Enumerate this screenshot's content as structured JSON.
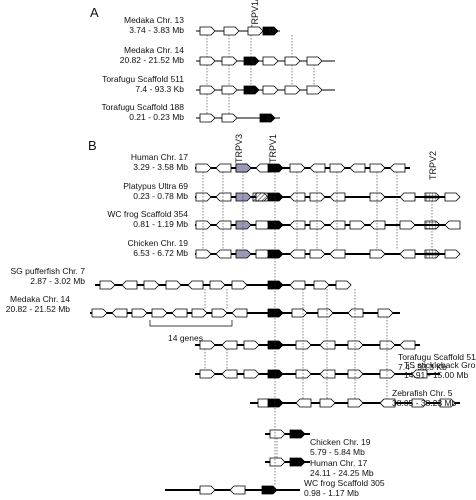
{
  "figure": {
    "panel_a": "A",
    "panel_b": "B",
    "trpv12": "TRPV1/2",
    "trpv3": "TRPV3",
    "trpv1": "TRPV1",
    "trpv2": "TRPV2",
    "gene_a": "a",
    "gene_b": "b",
    "note_14_genes": "14 genes"
  },
  "panel_a_tracks": [
    {
      "name": "Medaka Chr. 13",
      "range": "3.74 - 3.83 Mb",
      "highlight": "b"
    },
    {
      "name": "Medaka Chr. 14",
      "range": "20.82 - 21.52 Mb",
      "highlight": "a"
    },
    {
      "name": "Torafugu Scaffold 511",
      "range": "7.4 - 93.3 Kb",
      "highlight": "a"
    },
    {
      "name": "Torafugu Scaffold 188",
      "range": "0.21 - 0.23 Mb",
      "highlight": "b"
    }
  ],
  "panel_b_tracks": [
    {
      "name": "Human Chr. 17",
      "range": "3.29 - 3.58 Mb"
    },
    {
      "name": "Platypus Ultra 69",
      "range": "0.23 - 0.78 Mb"
    },
    {
      "name": "WC frog Scaffold 354",
      "range": "0.81 - 1.19 Mb"
    },
    {
      "name": "Chicken Chr. 19",
      "range": "6.53 - 6.72 Mb"
    },
    {
      "name": "SG pufferfish Chr. 7",
      "range": "2.87 - 3.02 Mb"
    },
    {
      "name": "Medaka Chr. 14",
      "range": "20.82 - 21.52 Mb"
    },
    {
      "name": "Torafugu Scaffold 511",
      "range": "7.4 - 93.3 Kb"
    },
    {
      "name": "TS stickleback Group 7",
      "range": "14.91 - 15.00 Mb"
    },
    {
      "name": "Zebrafish Chr. 5",
      "range": "38.05 - 38.23 Mb"
    },
    {
      "name": "Chicken Chr. 19",
      "range": "5.79 - 5.84 Mb"
    },
    {
      "name": "Human Chr. 17",
      "range": "24.11 - 24.25 Mb"
    },
    {
      "name": "WC frog Scaffold 305",
      "range": "0.98 - 1.17 Mb"
    }
  ],
  "colors": {
    "trpv3_gene": "#9a9ab8",
    "trpv1_gene": "#000000",
    "line": "#000000"
  }
}
